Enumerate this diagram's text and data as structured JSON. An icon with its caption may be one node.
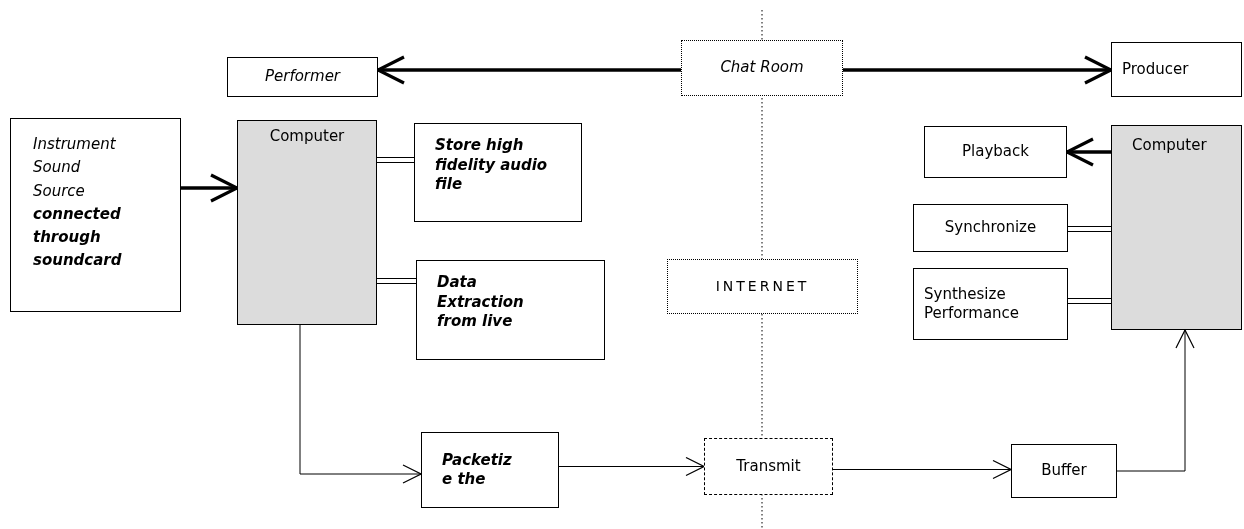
{
  "diagram": {
    "nodes": [
      {
        "text": [
          "Performer"
        ]
      },
      {
        "text": [
          "Chat Room"
        ]
      },
      {
        "text": [
          "Producer"
        ]
      },
      {
        "text": [
          "Instrument Sound Source",
          "connected through soundcard"
        ]
      },
      {
        "text": [
          "Computer"
        ]
      },
      {
        "text": [
          "Store high fidelity audio file"
        ]
      },
      {
        "text": [
          "Data Extraction from live"
        ]
      },
      {
        "text": [
          "INTERNET"
        ]
      },
      {
        "text": [
          "Playback"
        ]
      },
      {
        "text": [
          "Computer"
        ]
      },
      {
        "text": [
          "Synchronize"
        ]
      },
      {
        "text": [
          "Synthesize Performance"
        ]
      },
      {
        "text": [
          "Packetize the"
        ]
      },
      {
        "text": [
          "Transmit"
        ]
      },
      {
        "text": [
          "Buffer"
        ]
      }
    ],
    "edges": [
      {
        "from": 1,
        "to": 0,
        "arrow": "to",
        "style": "thick"
      },
      {
        "from": 1,
        "to": 2,
        "arrow": "to",
        "style": "thick"
      },
      {
        "from": 3,
        "to": 4,
        "arrow": "to",
        "style": "thick"
      },
      {
        "from": 4,
        "to": 5,
        "arrow": "none"
      },
      {
        "from": 4,
        "to": 6,
        "arrow": "none"
      },
      {
        "from": 4,
        "to": 12,
        "arrow": "to"
      },
      {
        "from": 12,
        "to": 13,
        "arrow": "to"
      },
      {
        "from": 13,
        "to": 14,
        "arrow": "to"
      },
      {
        "from": 14,
        "to": 9,
        "arrow": "to"
      },
      {
        "from": 9,
        "to": 8,
        "arrow": "to",
        "style": "thick"
      },
      {
        "from": 10,
        "to": 9,
        "arrow": "none"
      },
      {
        "from": 11,
        "to": 9,
        "arrow": "none"
      }
    ]
  }
}
